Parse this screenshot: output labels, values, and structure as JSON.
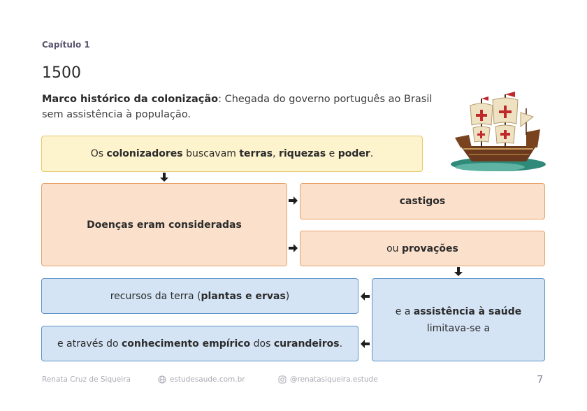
{
  "chapter": "Capítulo 1",
  "year": "1500",
  "lead": {
    "bold": "Marco histórico da colonização",
    "rest": ": Chegada do governo português ao Brasil sem assistência à população."
  },
  "boxes": {
    "colonizers": {
      "t1": "Os ",
      "b1": "colonizadores",
      "t2": " buscavam ",
      "b2": "terras",
      "t3": ", ",
      "b3": "riquezas",
      "t4": " e ",
      "b4": "poder",
      "t5": "."
    },
    "diseases": "Doenças eram consideradas",
    "punishments": "castigos",
    "trials": {
      "t1": "ou ",
      "b1": "provações"
    },
    "health": {
      "t1": "e a ",
      "b1": "assistência à saúde",
      "t2": "limitava-se a"
    },
    "resources": {
      "t1": "recursos da terra (",
      "b1": "plantas e ervas",
      "t2": ")"
    },
    "knowledge": {
      "t1": "e através do ",
      "b1": "conhecimento empírico",
      "t2": " dos ",
      "b2": "curandeiros",
      "t3": "."
    }
  },
  "footer": {
    "author": "Renata Cruz de Siqueira",
    "website": "estudesaude.com.br",
    "instagram": "@renatasiqueira.estude",
    "page": "7"
  },
  "icons": [
    "ship-image",
    "arrow-down-icon",
    "arrow-right-icon",
    "arrow-left-icon",
    "globe-icon",
    "instagram-icon"
  ]
}
